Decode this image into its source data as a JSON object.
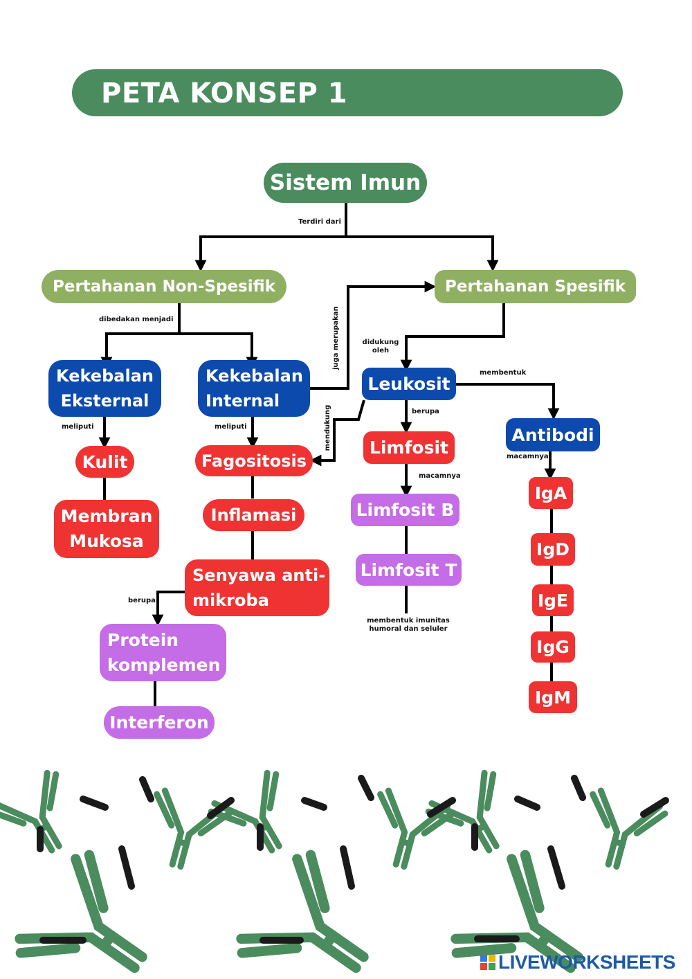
{
  "header": {
    "title": "PETA KONSEP 1"
  },
  "nodes": {
    "sistem_imun": "Sistem Imun",
    "non_spesifik": "Pertahanan Non-Spesifik",
    "spesifik": "Pertahanan Spesifik",
    "kek_eksternal": "Kekebalan\nEksternal",
    "kek_internal": "Kekebalan\nInternal",
    "leukosit": "Leukosit",
    "antibodi": "Antibodi",
    "kulit": "Kulit",
    "membran": "Membran\nMukosa",
    "fagositosis": "Fagositosis",
    "inflamasi": "Inflamasi",
    "senyawa": "Senyawa anti-\nmikroba",
    "protein": "Protein\nkomplemen",
    "interferon": "Interferon",
    "limfosit": "Limfosit",
    "limfosit_b": "Limfosit B",
    "limfosit_t": "Limfosit T",
    "iga": "IgA",
    "igd": "IgD",
    "ige": "IgE",
    "igg": "IgG",
    "igm": "IgM"
  },
  "labels": {
    "terdiri_dari": "Terdiri dari",
    "dibedakan_menjadi": "dibedakan menjadi",
    "juga_merupakan": "juga merupakan",
    "didukung_oleh": "didukung\noleh",
    "membentuk": "membentuk",
    "meliputi_1": "meliputi",
    "meliputi_2": "meliputi",
    "mendukung": "mendukung",
    "berupa_1": "berupa",
    "macamnya_1": "macamnya",
    "macamnya_2": "macamnya",
    "berupa_2": "berupa",
    "membentuk_imunitas": "membentuk imunitas\nhumoral dan seluler"
  },
  "footer": {
    "brand": "LIVEWORKSHEETS"
  },
  "colors": {
    "dark_green": "#4a8c5e",
    "light_green": "#8fb063",
    "blue": "#0c4aad",
    "red": "#ef3333",
    "purple": "#c56de6"
  },
  "icons": {
    "antibody": "antibody-icon",
    "brand_logo": "liveworksheets-logo-icon"
  }
}
